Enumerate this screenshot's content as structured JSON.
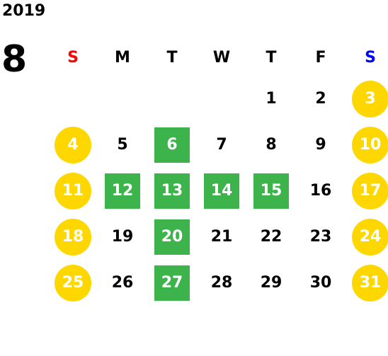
{
  "calendar": {
    "year": "2019",
    "month": "8",
    "weekday_headers": [
      {
        "label": "S",
        "color": "#ff0000"
      },
      {
        "label": "M",
        "color": "#000000"
      },
      {
        "label": "T",
        "color": "#000000"
      },
      {
        "label": "W",
        "color": "#000000"
      },
      {
        "label": "T",
        "color": "#000000"
      },
      {
        "label": "F",
        "color": "#000000"
      },
      {
        "label": "S",
        "color": "#0000ff"
      }
    ],
    "colors": {
      "weekend_highlight": "#ffd700",
      "event_highlight": "#3cb44b",
      "weekday_text": "#000000",
      "highlight_text": "#ffffff"
    },
    "weeks": [
      [
        null,
        null,
        null,
        null,
        {
          "day": "1"
        },
        {
          "day": "2"
        },
        {
          "day": "3",
          "style": "weekend"
        }
      ],
      [
        {
          "day": "4",
          "style": "weekend"
        },
        {
          "day": "5"
        },
        {
          "day": "6",
          "style": "event"
        },
        {
          "day": "7"
        },
        {
          "day": "8"
        },
        {
          "day": "9"
        },
        {
          "day": "10",
          "style": "weekend"
        }
      ],
      [
        {
          "day": "11",
          "style": "weekend"
        },
        {
          "day": "12",
          "style": "event"
        },
        {
          "day": "13",
          "style": "event"
        },
        {
          "day": "14",
          "style": "event"
        },
        {
          "day": "15",
          "style": "event"
        },
        {
          "day": "16"
        },
        {
          "day": "17",
          "style": "weekend"
        }
      ],
      [
        {
          "day": "18",
          "style": "weekend"
        },
        {
          "day": "19"
        },
        {
          "day": "20",
          "style": "event"
        },
        {
          "day": "21"
        },
        {
          "day": "22"
        },
        {
          "day": "23"
        },
        {
          "day": "24",
          "style": "weekend"
        }
      ],
      [
        {
          "day": "25",
          "style": "weekend"
        },
        {
          "day": "26"
        },
        {
          "day": "27",
          "style": "event"
        },
        {
          "day": "28"
        },
        {
          "day": "29"
        },
        {
          "day": "30"
        },
        {
          "day": "31",
          "style": "weekend"
        }
      ]
    ]
  }
}
